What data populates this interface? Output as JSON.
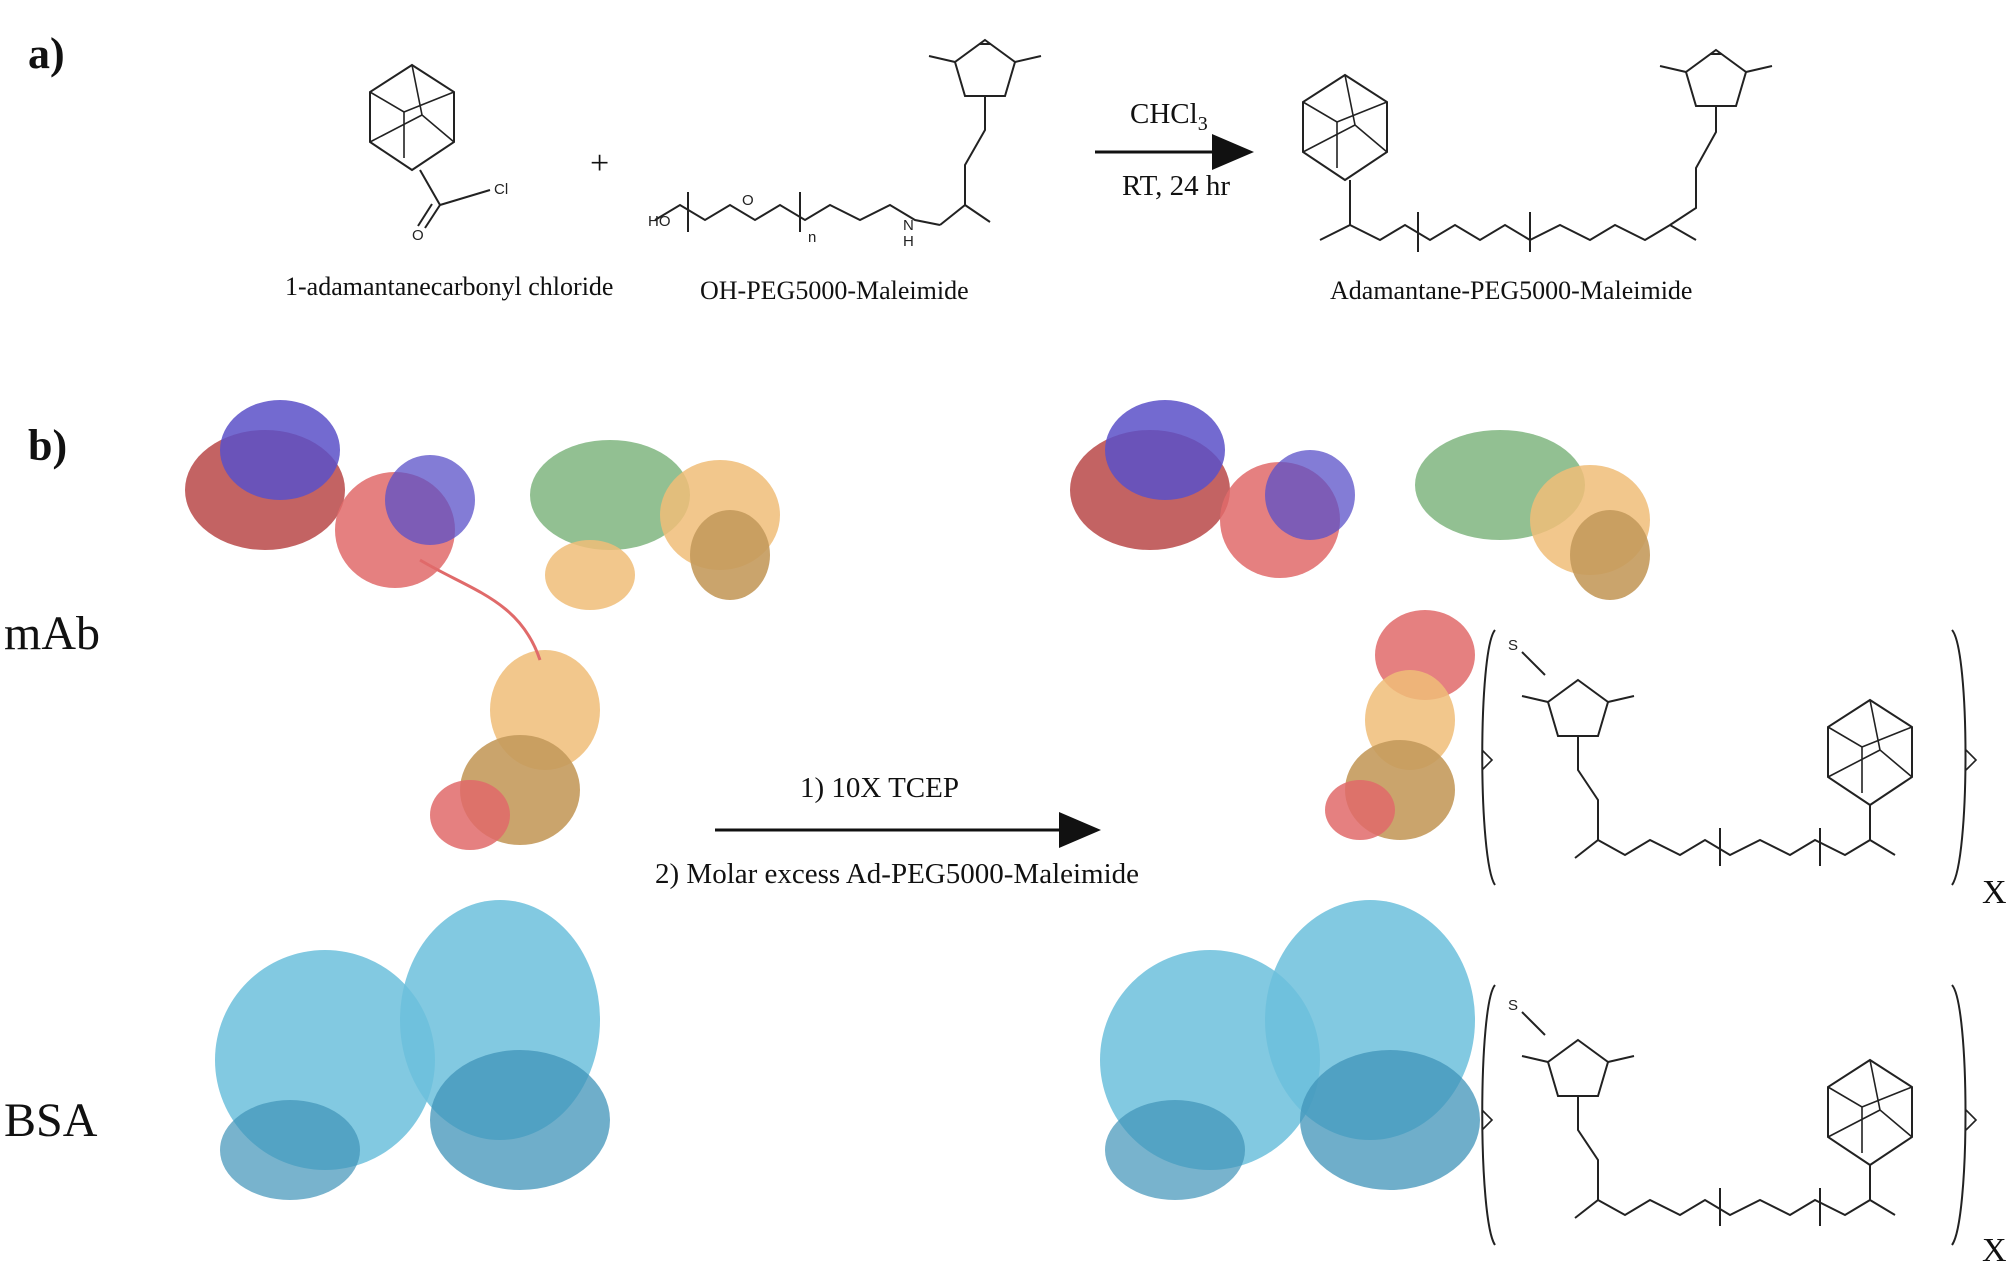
{
  "panels": {
    "a": "a)",
    "b": "b)"
  },
  "reactant1": {
    "name": "1-adamantanecarbonyl chloride",
    "atom_cl": "Cl",
    "atom_o": "O"
  },
  "plus": "+",
  "reactant2": {
    "name": "OH-PEG5000-Maleimide",
    "atom_ho": "HO",
    "atom_o": "O",
    "atom_n": "N",
    "atom_h": "H",
    "subscript_n": "n"
  },
  "reaction_a": {
    "solvent": "CHCl",
    "solvent_sub": "3",
    "conditions": "RT, 24 hr"
  },
  "product": {
    "name": "Adamantane-PEG5000-Maleimide"
  },
  "reaction_b": {
    "step1": "1) 10X TCEP",
    "step2": "2) Molar excess Ad-PEG5000-Maleimide"
  },
  "labels": {
    "mab": "mAb",
    "bsa": "BSA",
    "multiplier": "X",
    "atom_s": "S"
  },
  "colors": {
    "heavy_red": "#e06a6a",
    "dark_red": "#b84848",
    "blue": "#5a50c8",
    "green": "#7fb57f",
    "orange": "#f0bd78",
    "tan": "#c49a5c",
    "cyan": "#6cbfdc",
    "cyan_dark": "#3f93b8"
  }
}
